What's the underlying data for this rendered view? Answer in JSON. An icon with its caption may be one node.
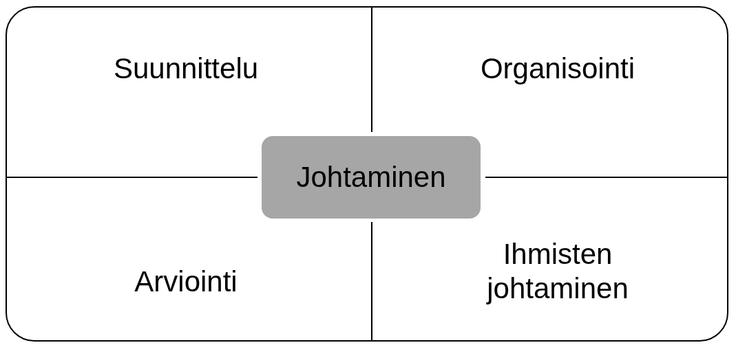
{
  "diagram": {
    "nodes": [
      {
        "text": [
          "Suunnittelu"
        ]
      },
      {
        "text": [
          "Organisointi"
        ]
      },
      {
        "text": [
          "Johtaminen"
        ]
      },
      {
        "text": [
          "Arviointi"
        ]
      },
      {
        "text": [
          "Ihmisten johtaminen"
        ]
      }
    ]
  }
}
